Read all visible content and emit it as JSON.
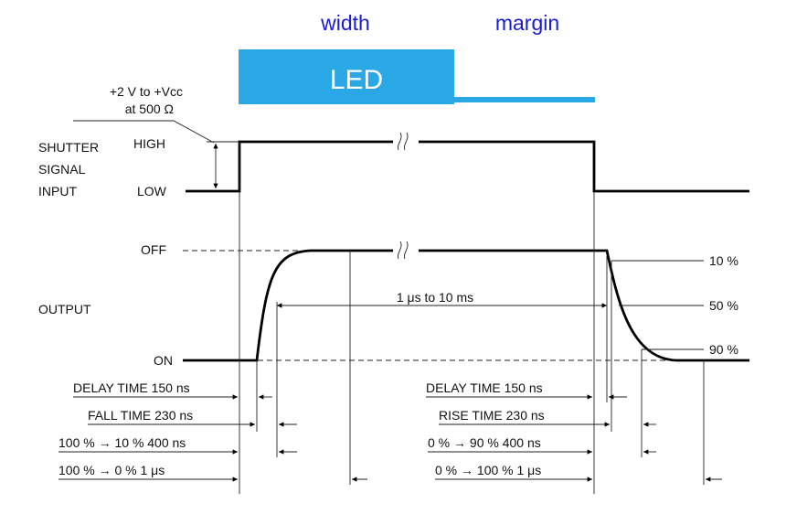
{
  "header": {
    "width_label": "width",
    "margin_label": "margin",
    "led_label": "LED"
  },
  "colors": {
    "blue_text": "#1a1adb",
    "led_bar": "#2aa8e6"
  },
  "input": {
    "threshold": "+2 V to +Vcc",
    "impedance": "at 500 Ω",
    "title_line1": "SHUTTER",
    "title_line2": "SIGNAL",
    "title_line3": "INPUT",
    "high": "HIGH",
    "low": "LOW"
  },
  "output": {
    "title": "OUTPUT",
    "off": "OFF",
    "on": "ON",
    "pct_10": "10 %",
    "pct_50": "50 %",
    "pct_90": "90 %",
    "duration": "1 μs to 10 ms"
  },
  "timing_left": [
    "DELAY TIME 150 ns",
    "FALL TIME 230 ns",
    "100 % → 10 %  400 ns",
    "100 % → 0 %  1 μs"
  ],
  "timing_right": [
    "DELAY TIME 150 ns",
    "RISE TIME 230 ns",
    "0 % → 90 %  400 ns",
    "0 % → 100 %  1 μs"
  ]
}
